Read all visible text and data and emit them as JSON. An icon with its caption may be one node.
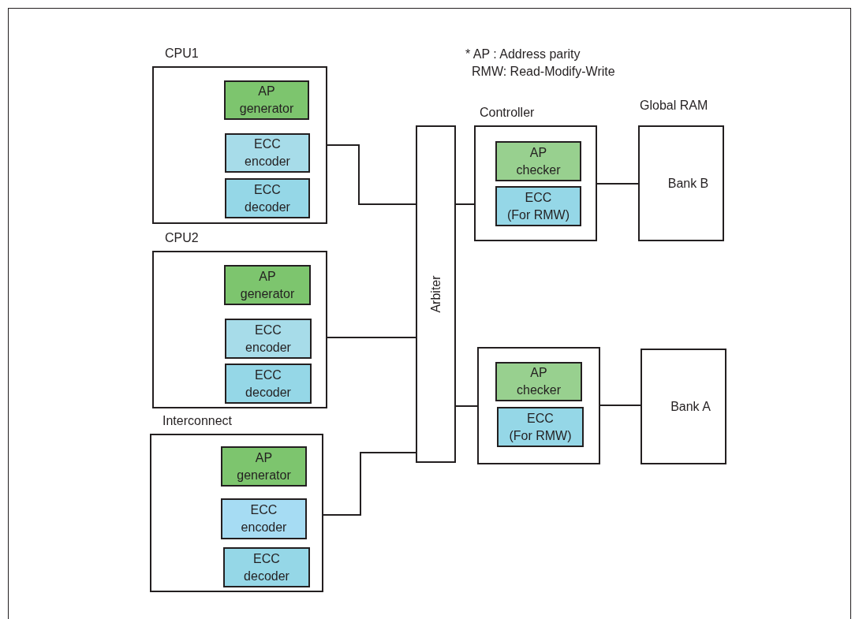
{
  "diagram": {
    "nodes": [
      {
        "text": [
          "CPU1"
        ]
      },
      {
        "text": [
          "AP generator"
        ],
        "in": 0
      },
      {
        "text": [
          "ECC encoder"
        ],
        "in": 0
      },
      {
        "text": [
          "ECC decoder"
        ],
        "in": 0
      },
      {
        "text": [
          "CPU2"
        ]
      },
      {
        "text": [
          "AP generator"
        ],
        "in": 4
      },
      {
        "text": [
          "ECC encoder"
        ],
        "in": 4
      },
      {
        "text": [
          "ECC decoder"
        ],
        "in": 4
      },
      {
        "text": [
          "Interconnect"
        ]
      },
      {
        "text": [
          "AP generator"
        ],
        "in": 8
      },
      {
        "text": [
          "ECC encoder"
        ],
        "in": 8
      },
      {
        "text": [
          "ECC decoder"
        ],
        "in": 8
      },
      {
        "text": [
          "Arbiter"
        ]
      },
      {
        "text": [
          "Controller"
        ]
      },
      {
        "text": [
          "AP checker"
        ],
        "in": 13
      },
      {
        "text": [
          "ECC (For RMW)"
        ],
        "in": 13
      },
      {
        "text": [
          "Bank B"
        ]
      },
      {
        "text": [],
        "shape": "box"
      },
      {
        "text": [
          "AP checker"
        ],
        "in": 17
      },
      {
        "text": [
          "ECC (For RMW)"
        ],
        "in": 17
      },
      {
        "text": [
          "Bank A"
        ]
      }
    ],
    "edges": [
      {
        "from": 0,
        "to": 12,
        "arrow": "none"
      },
      {
        "from": 4,
        "to": 12,
        "arrow": "none"
      },
      {
        "from": 8,
        "to": 12,
        "arrow": "none"
      },
      {
        "from": 12,
        "to": 13,
        "arrow": "none"
      },
      {
        "from": 12,
        "to": 17,
        "arrow": "none"
      },
      {
        "from": 13,
        "to": 16,
        "arrow": "none"
      },
      {
        "from": 17,
        "to": 20,
        "arrow": "none"
      }
    ],
    "labels": [
      "* AP : Address parity",
      "RMW: Read-Modify-Write",
      "Global RAM"
    ]
  }
}
